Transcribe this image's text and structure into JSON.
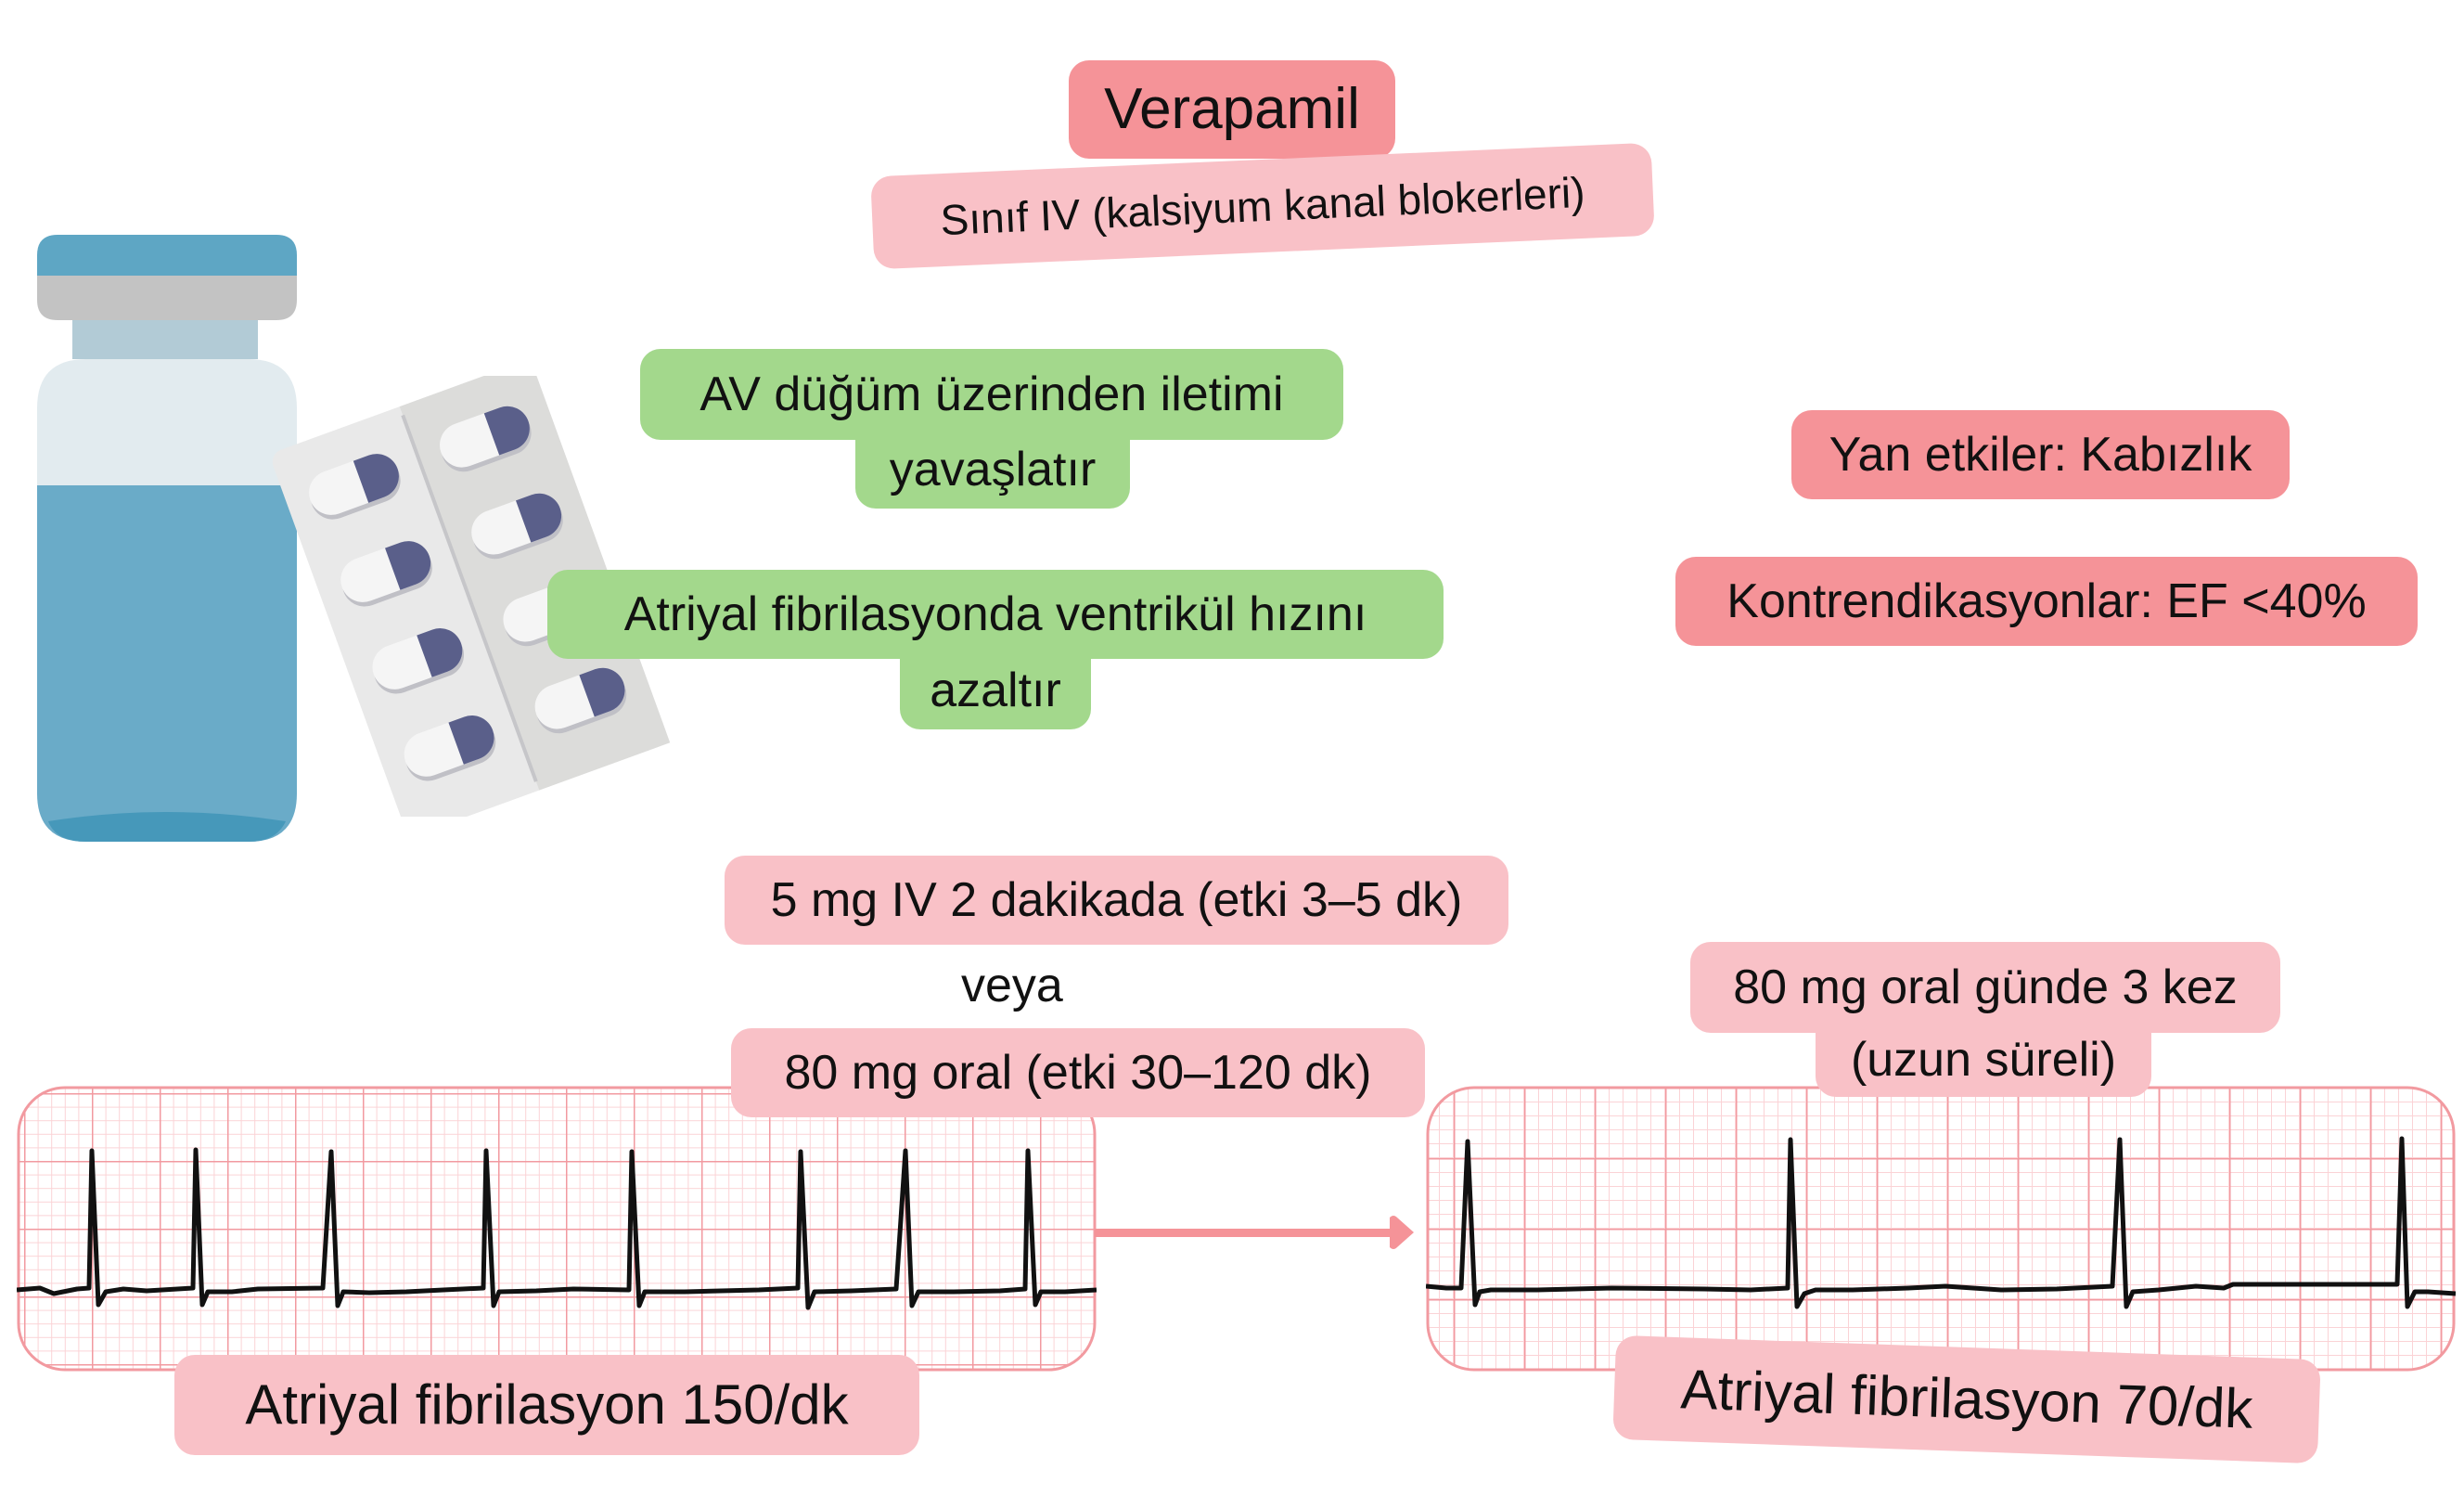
{
  "title": {
    "drug_name": "Verapamil",
    "drug_class": "Sınıf IV (kalsiyum kanal blokerleri)"
  },
  "effects": [
    {
      "line1": "AV düğüm üzerinden iletimi",
      "line2": "yavaşlatır"
    },
    {
      "line1": "Atriyal fibrilasyonda ventrikül hızını",
      "line2": "azaltır"
    }
  ],
  "warnings": {
    "side_effects": "Yan etkiler: Kabızlık",
    "contraindications": "Kontrendikasyonlar: EF <40%"
  },
  "dosing": {
    "iv": "5 mg IV 2 dakikada (etki 3–5 dk)",
    "separator": "veya",
    "oral_acute": "80 mg oral (etki 30–120 dk)",
    "oral_maintenance_line1": "80 mg oral günde 3 kez",
    "oral_maintenance_line2": "(uzun süreli)"
  },
  "ecg": {
    "before_label": "Atriyal fibrilasyon 150/dk",
    "after_label": "Atriyal fibrilasyon 70/dk",
    "before_rate": 150,
    "after_rate": 70
  },
  "icons": {
    "vial": "medicine-vial-icon",
    "blister": "pill-blister-pack-icon",
    "arrow": "arrow-right-icon"
  },
  "colors": {
    "red_box": "#f59398",
    "pink_box": "#f9c1c7",
    "green_box": "#a3d88c",
    "ecg_grid_major": "#f29aa0",
    "ecg_grid_minor": "#fbd3d6",
    "vial_blue": "#6aabc8",
    "pill_navy": "#5a5f8a"
  }
}
